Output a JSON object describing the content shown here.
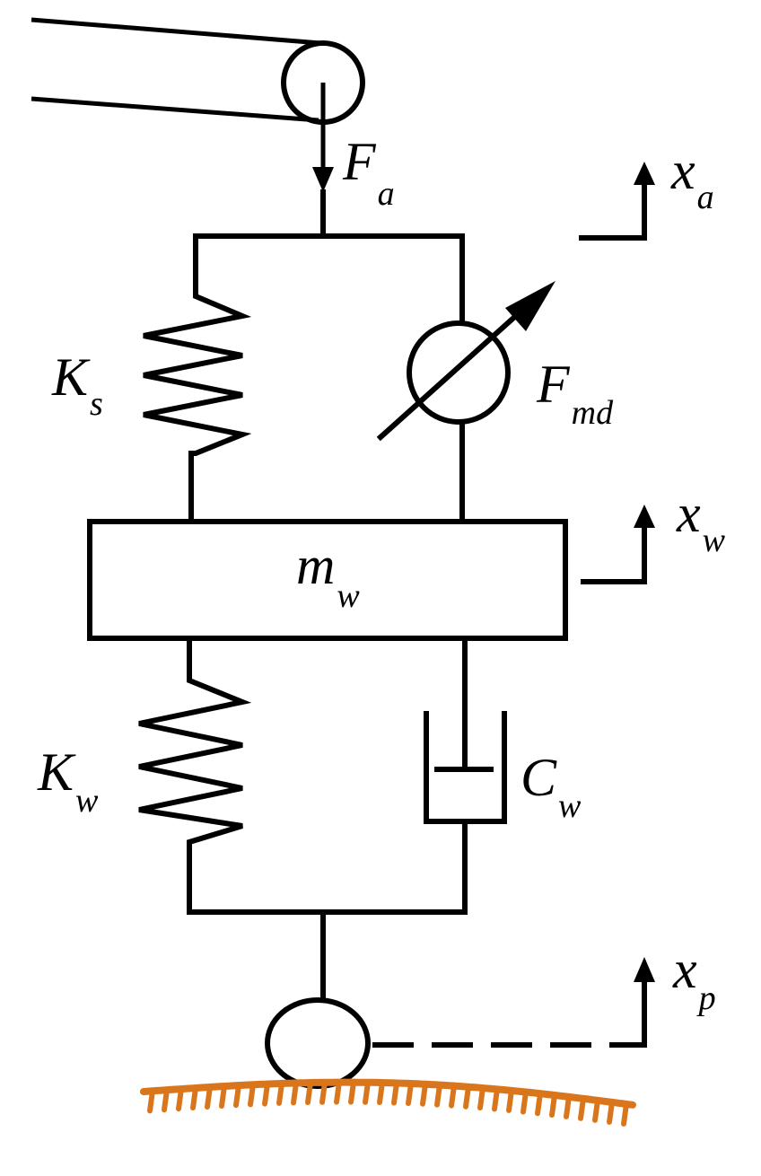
{
  "diagram": {
    "labels": {
      "fa": {
        "main": "F",
        "sub": "a"
      },
      "fmd": {
        "main": "F",
        "sub": "md"
      },
      "ks": {
        "main": "K",
        "sub": "s"
      },
      "kw": {
        "main": "K",
        "sub": "w"
      },
      "cw": {
        "main": "C",
        "sub": "w"
      },
      "mw": {
        "main": "m",
        "sub": "w"
      },
      "xa": {
        "main": "x",
        "sub": "a"
      },
      "xw": {
        "main": "x",
        "sub": "w"
      },
      "xp": {
        "main": "x",
        "sub": "p"
      }
    },
    "colors": {
      "line": "#000000",
      "ground": "#d9761c"
    }
  }
}
